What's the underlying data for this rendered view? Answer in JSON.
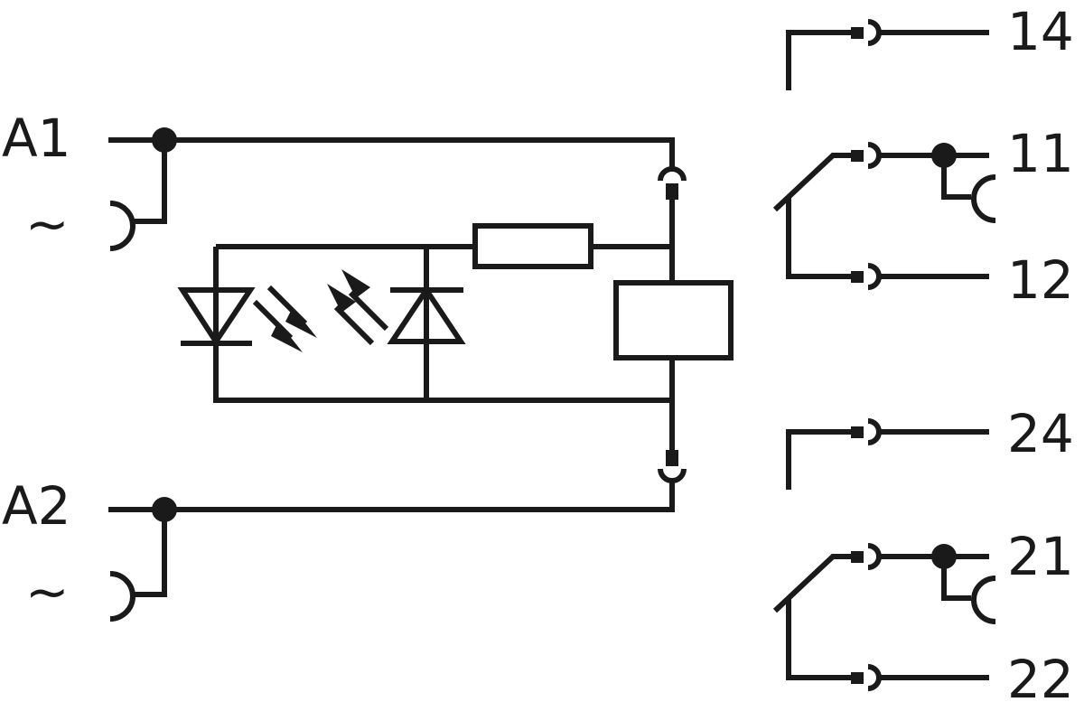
{
  "colors": {
    "line": "#1a1a1a",
    "background": "#ffffff"
  },
  "supply": {
    "a1_label": "A1",
    "a1_symbol": "~",
    "a2_label": "A2",
    "a2_symbol": "~"
  },
  "contacts": {
    "c14": "14",
    "c11": "11",
    "c12": "12",
    "c24": "24",
    "c21": "21",
    "c22": "22"
  }
}
